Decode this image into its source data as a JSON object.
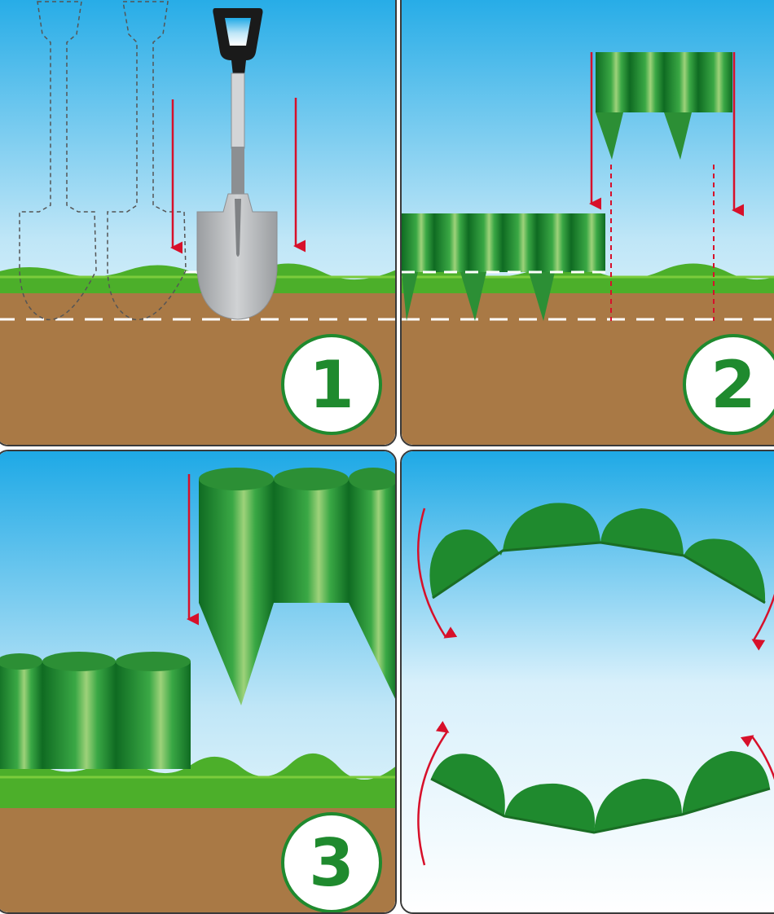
{
  "steps": [
    {
      "number": "1"
    },
    {
      "number": "2"
    },
    {
      "number": "3"
    }
  ],
  "colors": {
    "sky_top": "#1ea9e6",
    "sky_bottom": "#ffffff",
    "grass": "#4caf2a",
    "soil": "#a97945",
    "edging_green": "#1f8a2e",
    "arrow_red": "#d7102a",
    "badge_ring": "#1f8a2e",
    "spade_blade": "#b5b8bb"
  },
  "icons": [
    "spade-icon",
    "lawn-edging-icon",
    "red-arrow-icon",
    "curved-arrow-icon"
  ]
}
